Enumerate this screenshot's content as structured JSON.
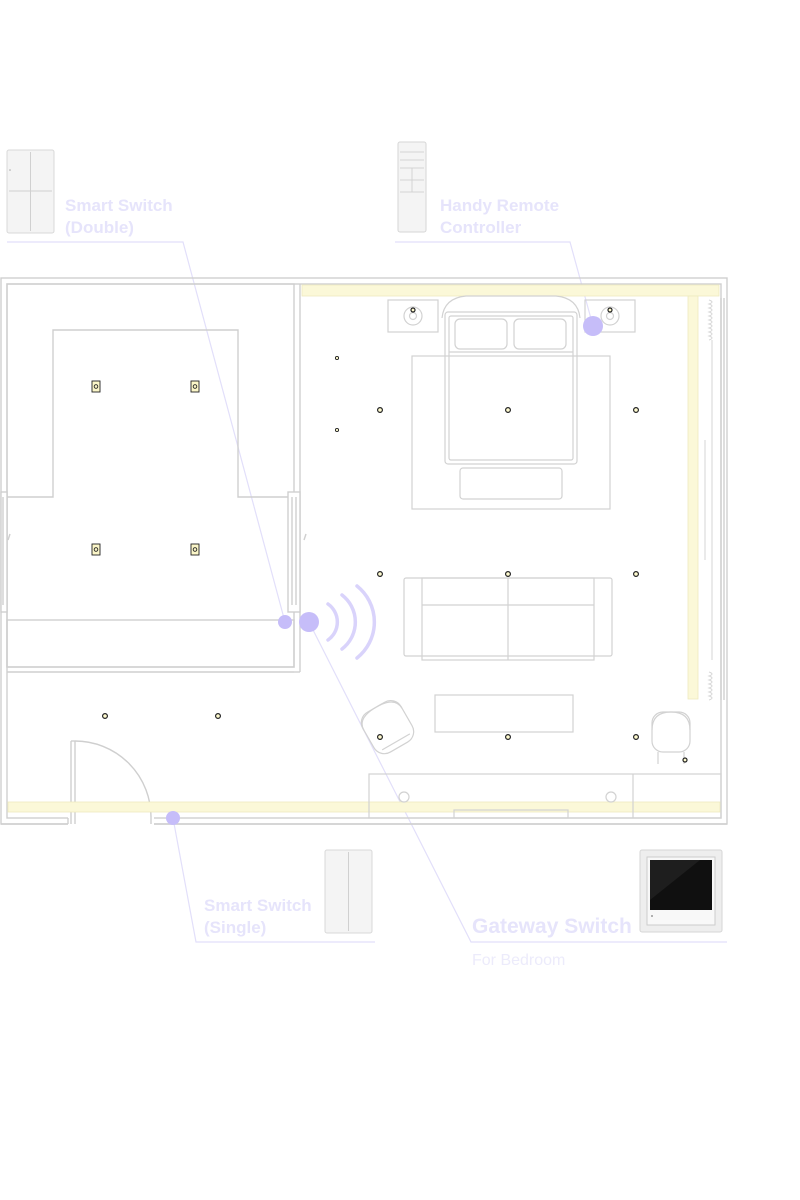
{
  "devices": {
    "smart_switch_double": {
      "line1": "Smart Switch",
      "line2": "(Double)",
      "icon": "double-switch-icon"
    },
    "handy_remote": {
      "line1": "Handy Remote",
      "line2": "Controller",
      "icon": "remote-controller-icon"
    },
    "smart_switch_single": {
      "line1": "Smart Switch",
      "line2": "(Single)",
      "icon": "single-switch-icon"
    },
    "gateway_switch": {
      "title": "Gateway Switch",
      "subtitle": "For Bedroom",
      "icon": "gateway-panel-icon"
    }
  },
  "colors": {
    "wall": "#cfcfcf",
    "furniture": "#d4d4d4",
    "light_strip": "#fbf8d8",
    "accent": "#c6bdf9",
    "label": "#e6e4fb",
    "light_point": "#2a2a2a"
  }
}
